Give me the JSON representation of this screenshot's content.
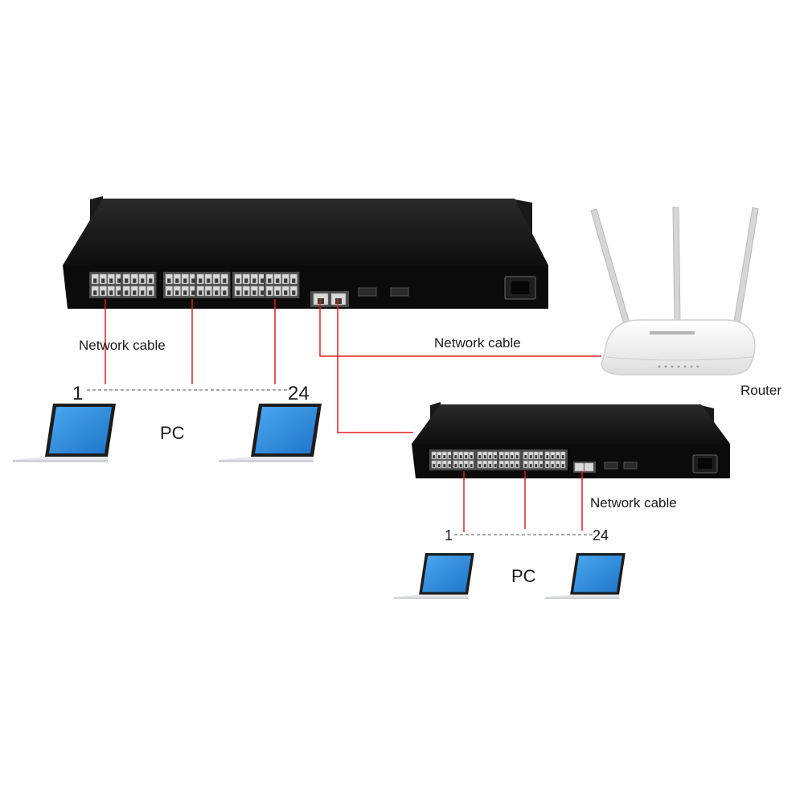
{
  "labels": {
    "cable_main_ports": "Network cable",
    "cable_to_router": "Network cable",
    "cable_secondary_uplink": "Network cable",
    "router": "Router",
    "pc_group_main": "PC",
    "pc_group_secondary": "PC",
    "range_main_start": "1",
    "range_main_end": "24",
    "range_secondary_start": "1",
    "range_secondary_end": "24"
  },
  "colors": {
    "cable": "#e02020",
    "switch_body": "#151515",
    "switch_front": "#0c0c0c",
    "port": "#d8d8d8",
    "router_body": "#f4f4f4",
    "laptop_screen": "#2f8fe0",
    "laptop_base": "#cfd2d6",
    "dashed_line": "#777777"
  },
  "icons": {
    "switch_main": "rack-switch-24-port-icon",
    "switch_secondary": "rack-switch-24-port-icon",
    "router": "wifi-router-3-antenna-icon",
    "laptop": "laptop-icon"
  }
}
